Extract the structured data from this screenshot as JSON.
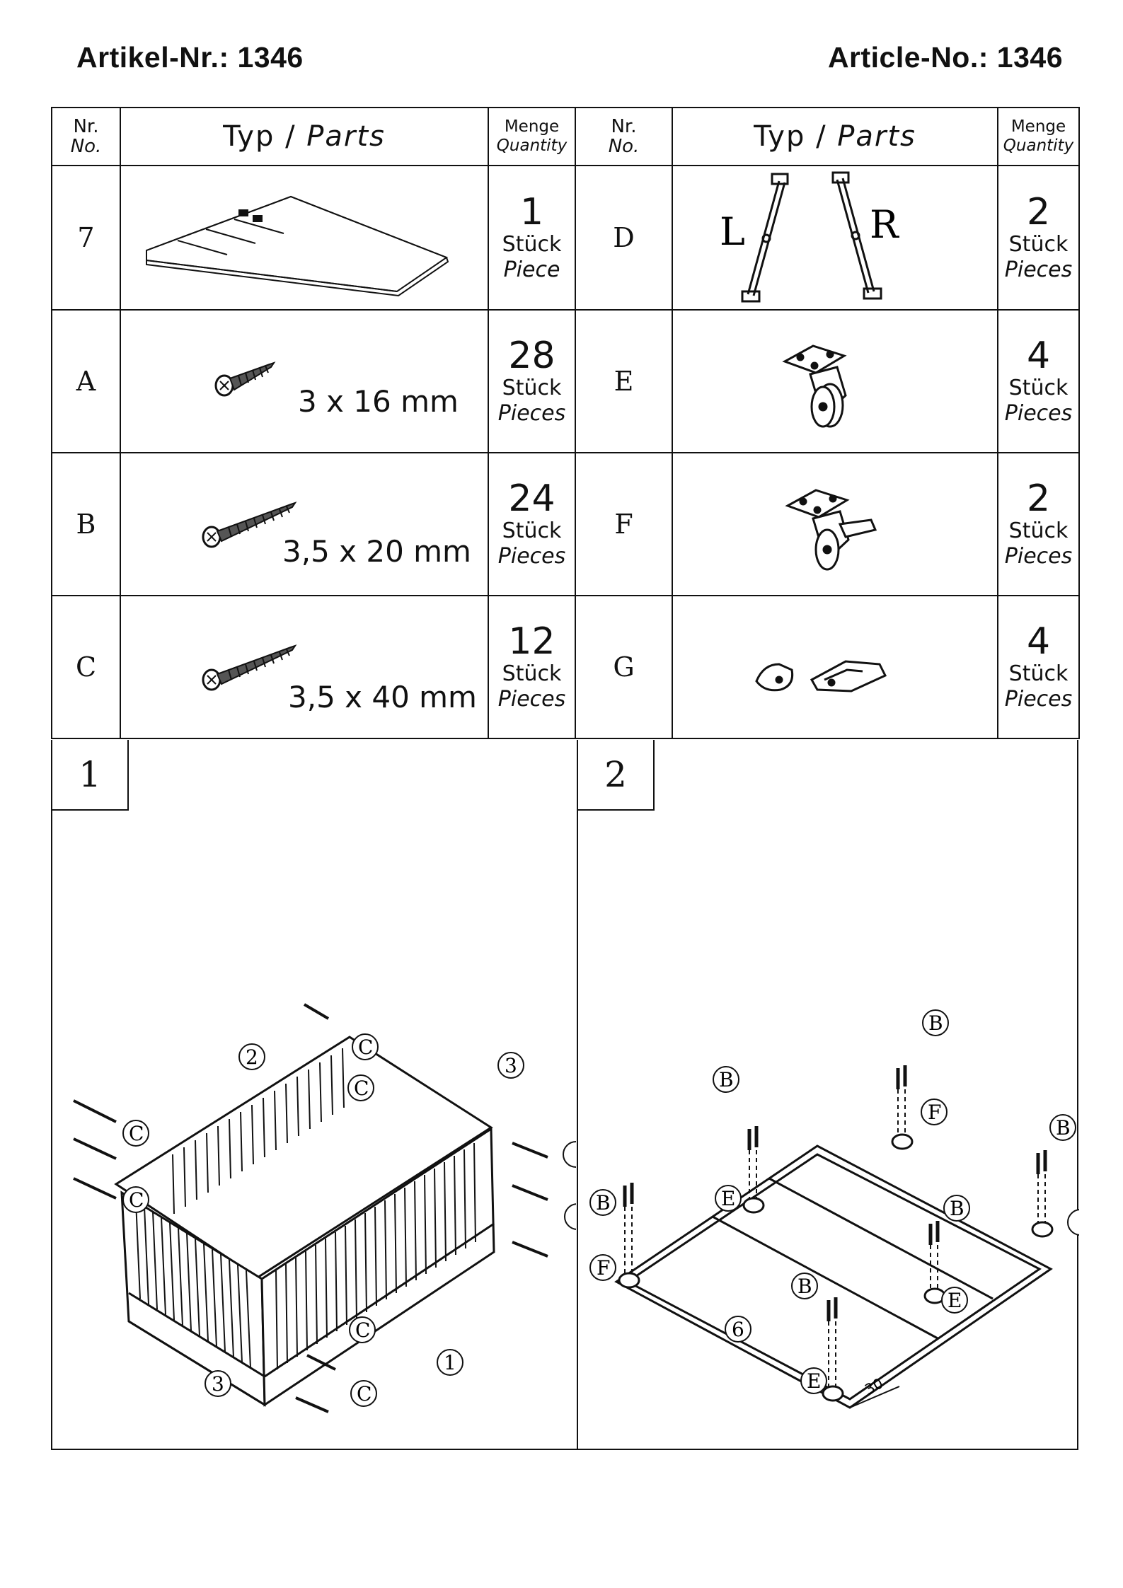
{
  "header": {
    "left": "Artikel-Nr.: 1346",
    "right": "Article-No.: 1346"
  },
  "table_head": {
    "nr_de": "Nr.",
    "nr_en": "No.",
    "typ_de": "Typ /",
    "typ_en": "Parts",
    "menge_de": "Menge",
    "menge_en": "Quantity"
  },
  "rows": [
    {
      "left": {
        "nr": "7",
        "dim": "",
        "qty": "1",
        "qty_de": "Stück",
        "qty_en": "Piece"
      },
      "right": {
        "nr": "D",
        "qty": "2",
        "qty_de": "Stück",
        "qty_en": "Pieces",
        "label_l": "L",
        "label_r": "R"
      }
    },
    {
      "left": {
        "nr": "A",
        "dim": "3 x 16 mm",
        "qty": "28",
        "qty_de": "Stück",
        "qty_en": "Pieces"
      },
      "right": {
        "nr": "E",
        "qty": "4",
        "qty_de": "Stück",
        "qty_en": "Pieces"
      }
    },
    {
      "left": {
        "nr": "B",
        "dim": "3,5 x 20 mm",
        "qty": "24",
        "qty_de": "Stück",
        "qty_en": "Pieces"
      },
      "right": {
        "nr": "F",
        "qty": "2",
        "qty_de": "Stück",
        "qty_en": "Pieces"
      }
    },
    {
      "left": {
        "nr": "C",
        "dim": "3,5 x 40 mm",
        "qty": "12",
        "qty_de": "Stück",
        "qty_en": "Pieces"
      },
      "right": {
        "nr": "G",
        "qty": "4",
        "qty_de": "Stück",
        "qty_en": "Pieces"
      }
    }
  ],
  "steps": {
    "step1": {
      "number": "1",
      "labels": {
        "c": "C",
        "p1": "1",
        "p2": "2",
        "p3": "3"
      }
    },
    "step2": {
      "number": "2",
      "labels": {
        "b": "B",
        "e": "E",
        "f": "F",
        "p6": "6",
        "dim30": "30"
      }
    }
  },
  "icons": [
    "board-icon",
    "screw-icon",
    "hinge-stay-icon",
    "caster-icon",
    "braked-caster-icon",
    "latch-icon"
  ]
}
